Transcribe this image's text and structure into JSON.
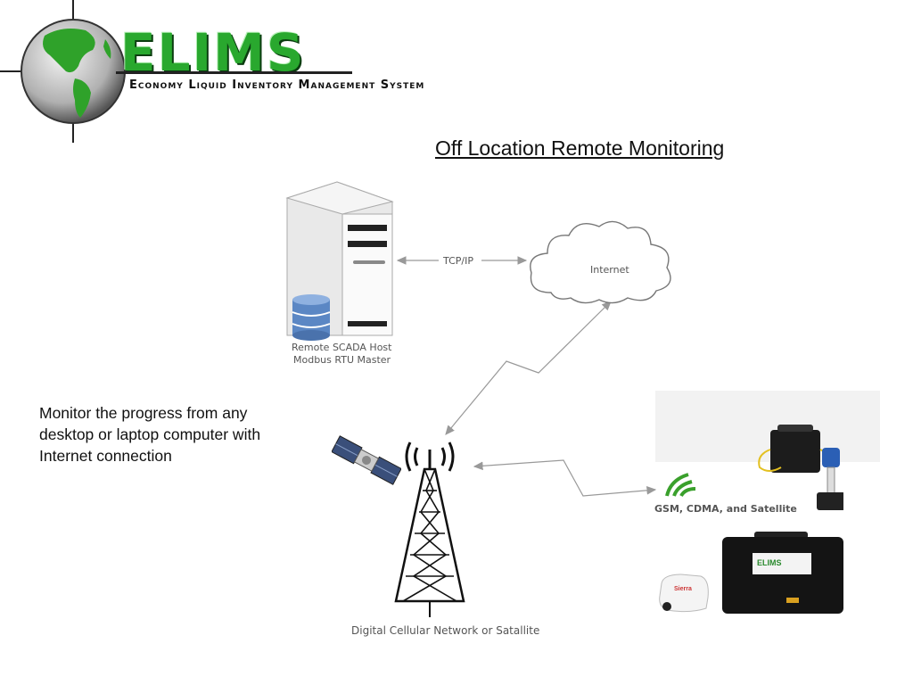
{
  "logo": {
    "wordmark": "ELIMS",
    "tagline": "Economy Liquid Inventory Management System"
  },
  "slide": {
    "title": "Off Location Remote Monitoring",
    "caption": "Monitor the progress from any desktop or laptop computer with Internet connection"
  },
  "diagram": {
    "host_label_line1": "Remote SCADA Host",
    "host_label_line2": "Modbus RTU Master",
    "link_label": "TCP/IP",
    "cloud_label": "Internet",
    "network_label": "Digital Cellular Network or Satallite",
    "equipment_label": "GSM, CDMA, and Satellite",
    "equipment_badge": "ELIMS",
    "modem_brand": "Sierra"
  },
  "colors": {
    "brand_green": "#29a82e",
    "arrow_gray": "#999999",
    "database_blue": "#5b87c4"
  }
}
